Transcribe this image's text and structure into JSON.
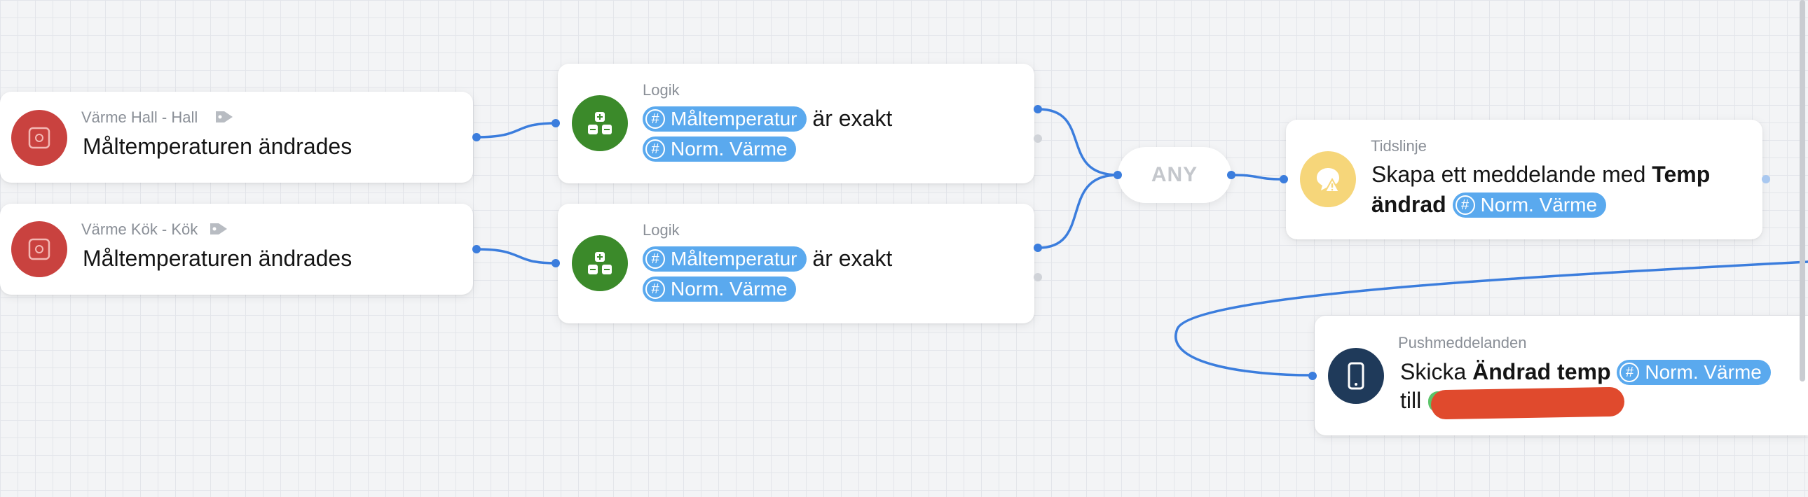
{
  "colors": {
    "wire": "#3b7ddd",
    "device_icon": "#c9423f",
    "logic_icon": "#3b8a2a",
    "timeline_icon": "#f6d67a",
    "push_icon": "#1f3a5a",
    "pill": "#5aa9ee",
    "redaction": "#e04a2d"
  },
  "trigger_hall": {
    "subtitle": "Värme Hall - Hall",
    "title": "Måltemperaturen ändrades",
    "icon": "thermostat-icon",
    "tag_icon": "tag-icon"
  },
  "trigger_kok": {
    "subtitle": "Värme Kök - Kök",
    "title": "Måltemperaturen ändrades",
    "icon": "thermostat-icon",
    "tag_icon": "tag-icon"
  },
  "logic_top": {
    "subtitle": "Logik",
    "pill_1": "Måltemperatur",
    "text": "är exakt",
    "pill_2": "Norm. Värme",
    "icon": "calculator-icon"
  },
  "logic_bottom": {
    "subtitle": "Logik",
    "pill_1": "Måltemperatur",
    "text": "är exakt",
    "pill_2": "Norm. Värme",
    "icon": "calculator-icon"
  },
  "any_node": {
    "label": "ANY"
  },
  "timeline": {
    "subtitle": "Tidslinje",
    "text_1": "Skapa ett meddelande med",
    "bold_1": "Temp",
    "bold_2": "ändrad",
    "pill": "Norm. Värme",
    "icon": "timeline-alert-icon"
  },
  "push": {
    "subtitle": "Pushmeddelanden",
    "text_1": "Skicka",
    "bold_1": "Ändrad temp",
    "pill": "Norm. Värme",
    "text_2": "till",
    "icon": "phone-icon"
  },
  "pill_hash": "#"
}
